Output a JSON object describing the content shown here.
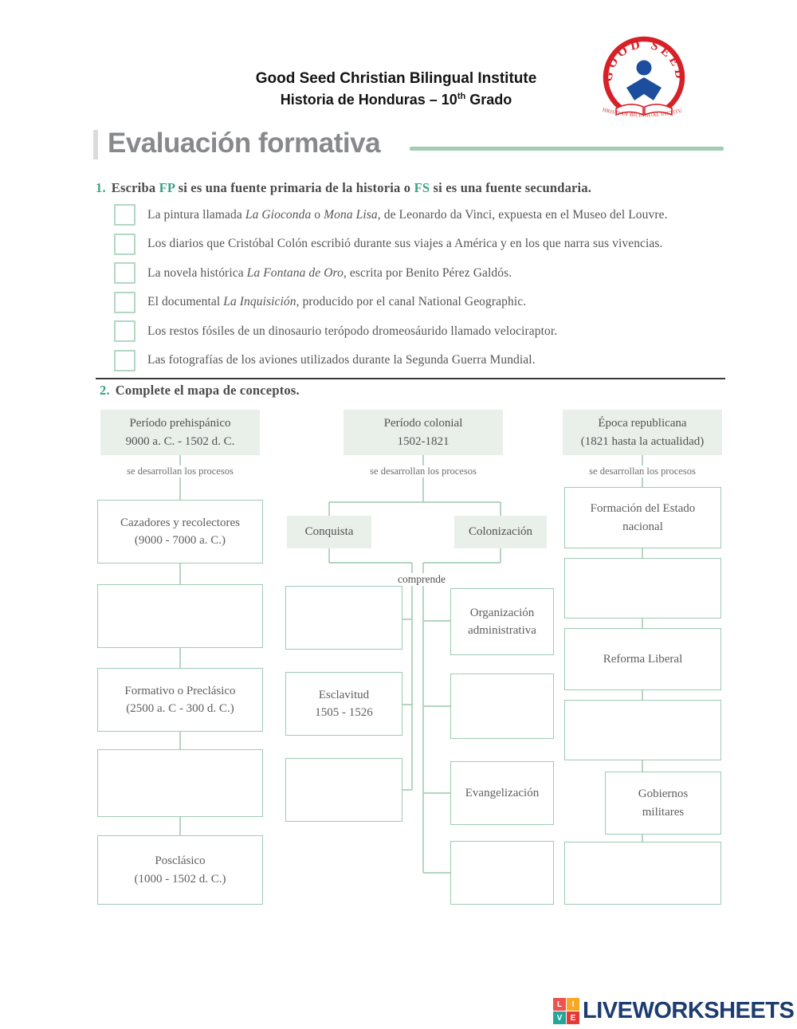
{
  "header": {
    "school": "Good Seed Christian Bilingual Institute",
    "course_pre": "Historia de Honduras – 10",
    "course_sup": "th",
    "course_post": " Grado",
    "logo": {
      "top_text": "GOOD SEED",
      "bottom_text": "CHRISTIAN BILINGUAL INSTITUTE",
      "red": "#d62128",
      "blue": "#1c4e9d"
    }
  },
  "title": {
    "text": "Evaluación formativa"
  },
  "colors": {
    "accent_green": "#3ba183",
    "title_gray": "#87898c",
    "line_green": "#a4ccb2",
    "box_border_green": "#9ecbb4",
    "box_fill_mint": "#e9f0ea",
    "connector_green": "#a9cfb8",
    "checkbox_border": "#b2d8c3",
    "divider_dark": "#3a3a3a",
    "footer_navy": "#1d3c6f"
  },
  "question1": {
    "number": "1.",
    "instruction_segments": [
      {
        "t": "Escriba "
      },
      {
        "t": "FP",
        "g": 1
      },
      {
        "t": " si es una fuente primaria de la historia o "
      },
      {
        "t": "FS",
        "g": 1
      },
      {
        "t": " si es una fuente secundaria."
      }
    ],
    "items": [
      {
        "segments": [
          {
            "t": "La pintura llamada "
          },
          {
            "t": "La Gioconda",
            "i": 1
          },
          {
            "t": " o "
          },
          {
            "t": "Mona Lisa",
            "i": 1
          },
          {
            "t": ", de Leonardo da Vinci, expuesta en el Museo del Louvre."
          }
        ]
      },
      {
        "segments": [
          {
            "t": "Los diarios que Cristóbal Colón escribió durante sus viajes a América y en los que narra sus vivencias."
          }
        ]
      },
      {
        "segments": [
          {
            "t": "La novela histórica "
          },
          {
            "t": "La Fontana de Oro",
            "i": 1
          },
          {
            "t": ", escrita por Benito Pérez Galdós."
          }
        ]
      },
      {
        "segments": [
          {
            "t": "El documental "
          },
          {
            "t": "La Inquisición",
            "i": 1
          },
          {
            "t": ", producido por el canal National Geographic."
          }
        ]
      },
      {
        "segments": [
          {
            "t": "Los restos fósiles de un dinosaurio terópodo dromeosáurido llamado velociraptor."
          }
        ]
      },
      {
        "segments": [
          {
            "t": "Las fotografías de los aviones utilizados durante la Segunda Guerra Mundial."
          }
        ]
      }
    ]
  },
  "question2": {
    "number": "2.",
    "instruction": "Complete el mapa de conceptos."
  },
  "concept_map": {
    "relation_label": "se desarrollan los procesos",
    "comprende_label": "comprende",
    "periods": {
      "prehispanico": "Período prehispánico\n9000 a. C. - 1502 d. C.",
      "colonial": "Período colonial\n1502-1821",
      "republicana": "Época republicana\n(1821 hasta la actualidad)"
    },
    "boxes": {
      "cazadores": "Cazadores y recolectores\n(9000 - 7000 a. C.)",
      "formativo": "Formativo o Preclásico\n(2500 a. C - 300 d. C.)",
      "posclasico": "Posclásico\n(1000 - 1502 d. C.)",
      "conquista": "Conquista",
      "colonizacion": "Colonización",
      "esclavitud": "Esclavitud\n1505 - 1526",
      "organizacion": "Organización\nadministrativa",
      "evangelizacion": "Evangelización",
      "formacion": "Formación del Estado\nnacional",
      "reforma": "Reforma Liberal",
      "gobiernos": "Gobiernos\nmilitares"
    }
  },
  "footer": {
    "brand": "LIVEWORKSHEETS",
    "logo_letters": [
      "L",
      "I",
      "V",
      "E"
    ],
    "logo_colors": [
      "#ef5350",
      "#f9a825",
      "#26a69a",
      "#e53935"
    ]
  }
}
